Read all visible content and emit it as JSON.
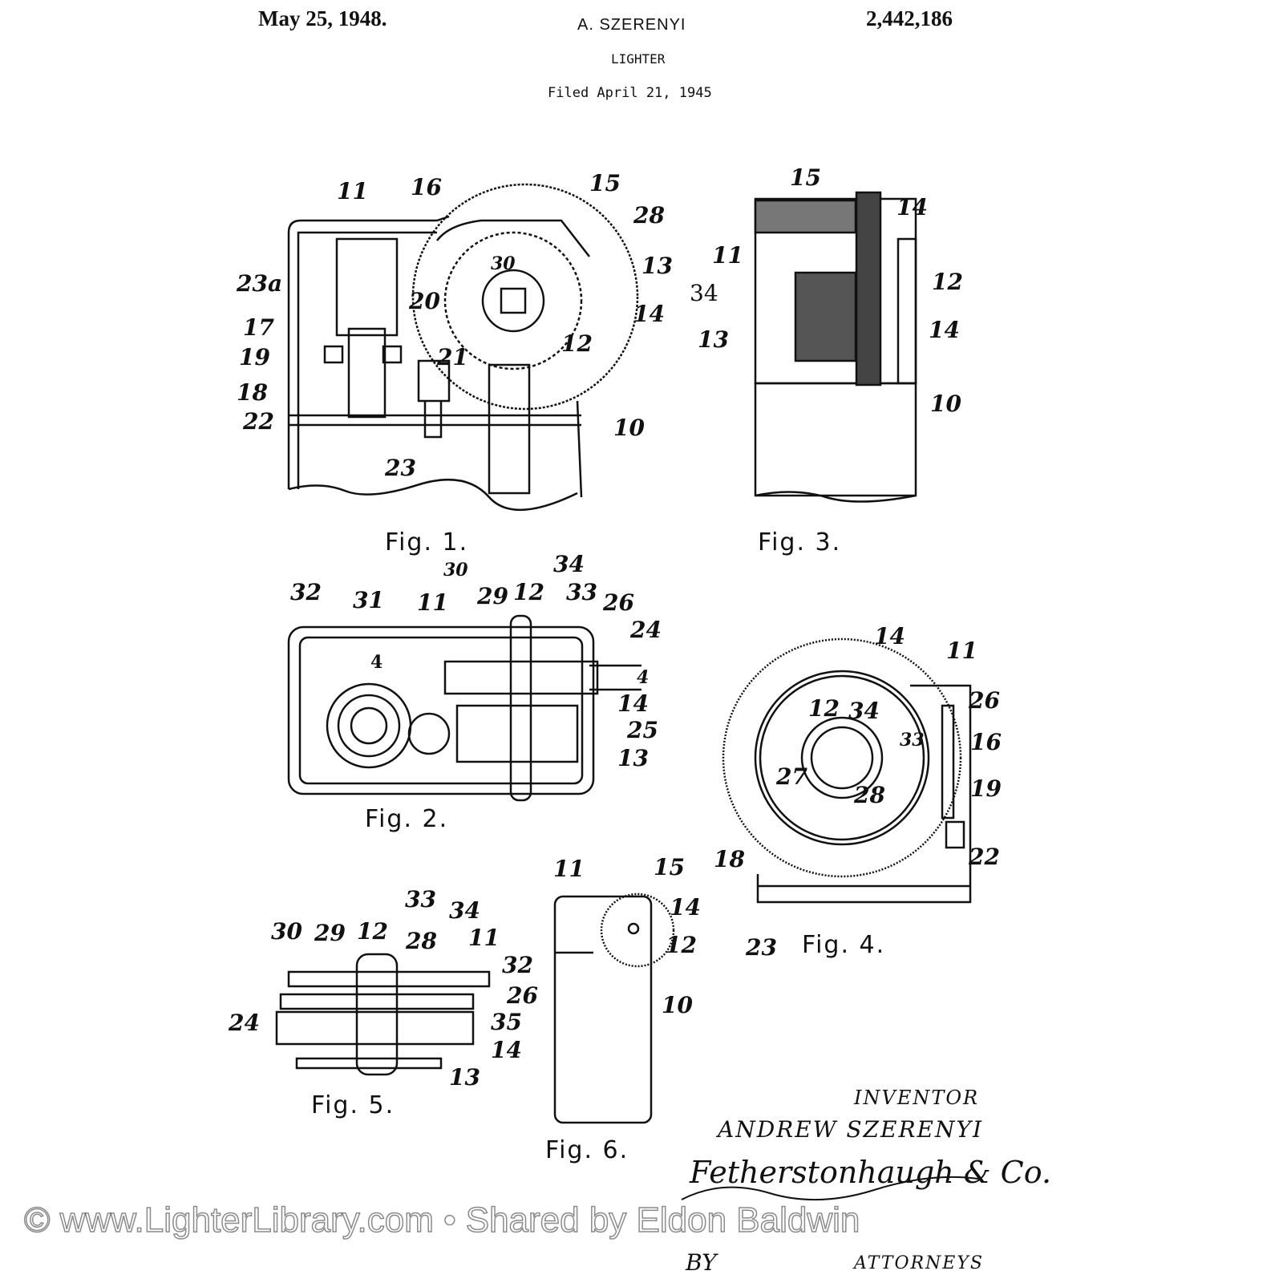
{
  "header": {
    "date": "May 25, 1948.",
    "inventor_name": "A. SZERENYI",
    "patent_number": "2,442,186",
    "title": "LIGHTER",
    "filed": "Filed April 21, 1945"
  },
  "figures": {
    "fig1": {
      "caption": "Fig. 1.",
      "labels": [
        "11",
        "16",
        "15",
        "28",
        "30",
        "13",
        "34",
        "14",
        "12",
        "23a",
        "20",
        "17",
        "19",
        "21",
        "18",
        "22",
        "23",
        "10"
      ]
    },
    "fig2": {
      "caption": "Fig. 2.",
      "labels": [
        "32",
        "31",
        "11",
        "30",
        "29",
        "12",
        "34",
        "33",
        "26",
        "24",
        "4",
        "4",
        "14",
        "25",
        "13"
      ]
    },
    "fig3": {
      "caption": "Fig. 3.",
      "labels": [
        "15",
        "14",
        "11",
        "12",
        "13",
        "14",
        "10"
      ]
    },
    "fig4": {
      "caption": "Fig. 4.",
      "labels": [
        "14",
        "11",
        "12",
        "34",
        "26",
        "33",
        "16",
        "27",
        "28",
        "19",
        "22",
        "18",
        "23"
      ]
    },
    "fig5": {
      "caption": "Fig. 5.",
      "labels": [
        "33",
        "34",
        "30",
        "29",
        "12",
        "28",
        "11",
        "32",
        "26",
        "24",
        "35",
        "14",
        "13"
      ]
    },
    "fig6": {
      "caption": "Fig. 6.",
      "labels": [
        "11",
        "15",
        "14",
        "12",
        "10"
      ]
    }
  },
  "signature": {
    "inventor_label": "INVENTOR",
    "inventor": "ANDREW SZERENYI",
    "attorney": "Fetherstonhaugh & Co.",
    "by": "BY",
    "attorneys_label": "ATTORNEYS"
  },
  "watermark": "© www.LighterLibrary.com • Shared by Eldon Baldwin"
}
